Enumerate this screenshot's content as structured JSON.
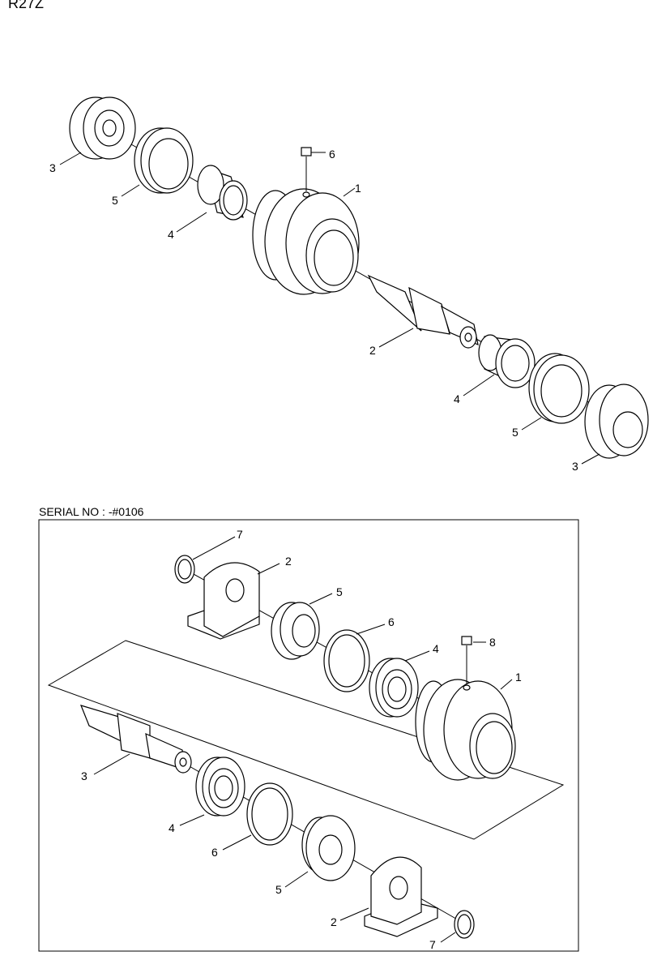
{
  "model_label": "R27Z",
  "inset": {
    "serial_label": "SERIAL NO : -#0106"
  },
  "upper_callouts": [
    "6",
    "1",
    "3",
    "5",
    "4",
    "2",
    "4",
    "5",
    "3"
  ],
  "lower_callouts": [
    "7",
    "2",
    "5",
    "6",
    "4",
    "8",
    "1",
    "3",
    "4",
    "6",
    "5",
    "2",
    "7"
  ]
}
